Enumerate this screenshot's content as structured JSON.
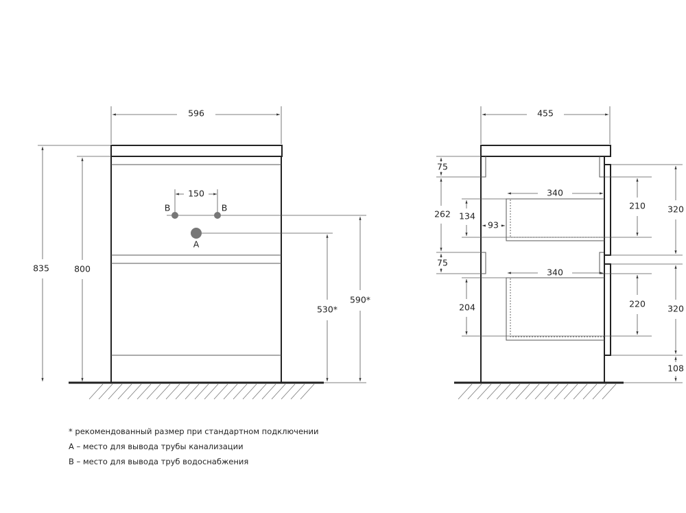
{
  "front_view": {
    "width": "596",
    "total_height": "835",
    "body_height": "800",
    "pipe_b_spacing": "150",
    "label_b": "B",
    "label_a": "A",
    "drain_height": "530*",
    "supply_height": "590*"
  },
  "side_view": {
    "depth": "455",
    "rail_top": "75",
    "gap_upper": "262",
    "rail_mid": "75",
    "drawer1_inner_height": "134",
    "drawer2_inner_height": "204",
    "drawer_offset": "93",
    "drawer1_depth": "340",
    "drawer2_depth": "340",
    "drawer1_height": "210",
    "drawer2_height": "220",
    "front1_height": "320",
    "front2_height": "320",
    "leg_height": "108"
  },
  "notes": [
    "* рекомендованный размер при стандартном подключении",
    "A – место для вывода трубы канализации",
    "B – место для вывода труб водоснабжения"
  ]
}
